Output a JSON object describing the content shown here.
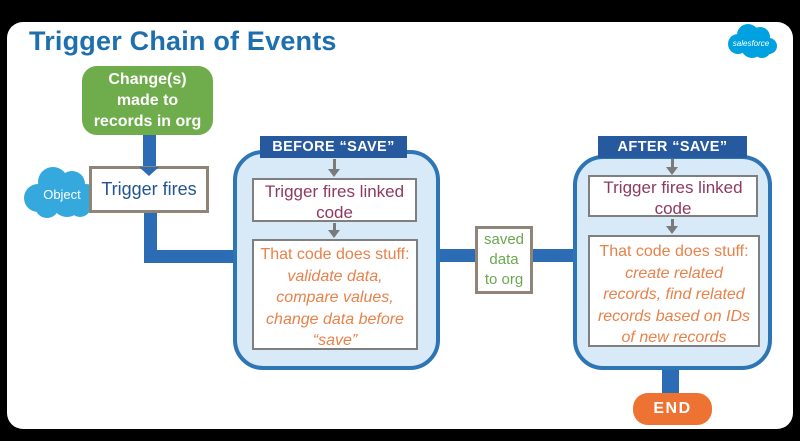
{
  "title": "Trigger Chain of Events",
  "logo": {
    "label": "salesforce"
  },
  "nodes": {
    "change": {
      "lines": [
        "Change(s)",
        "made to",
        "records in org"
      ]
    },
    "object": {
      "label": "Object"
    },
    "trigger": {
      "label": "Trigger fires"
    },
    "saved": {
      "lines": [
        "saved",
        "data",
        "to org"
      ]
    },
    "end": {
      "label": "END"
    }
  },
  "before": {
    "header": "BEFORE “SAVE”",
    "box1": "Trigger fires linked code",
    "box2_lead": "That code does stuff:",
    "box2_italic": [
      "validate data,",
      "compare values,",
      "change data before",
      "“save”"
    ]
  },
  "after": {
    "header": "AFTER “SAVE”",
    "box1": "Trigger fires linked code",
    "box2_lead": "That code does stuff:",
    "box2_italic": [
      "create related",
      "records, find related",
      "records based on IDs",
      "of new records"
    ]
  },
  "colors": {
    "title_blue": "#1e6fad",
    "header_blue": "#27599f",
    "container_fill": "#d8e9f7",
    "container_border": "#2e75b6",
    "connector_blue": "#2b6cb4",
    "green_node": "#6fad4c",
    "green_text": "#6aa84f",
    "maroon_text": "#8e3a5f",
    "orange_text": "#e8814a",
    "end_orange": "#ee7231",
    "object_cloud": "#35a9de",
    "salesforce_blue": "#00a1e0",
    "tan_border": "#8f8476",
    "gray_border": "#7f7f7f"
  }
}
